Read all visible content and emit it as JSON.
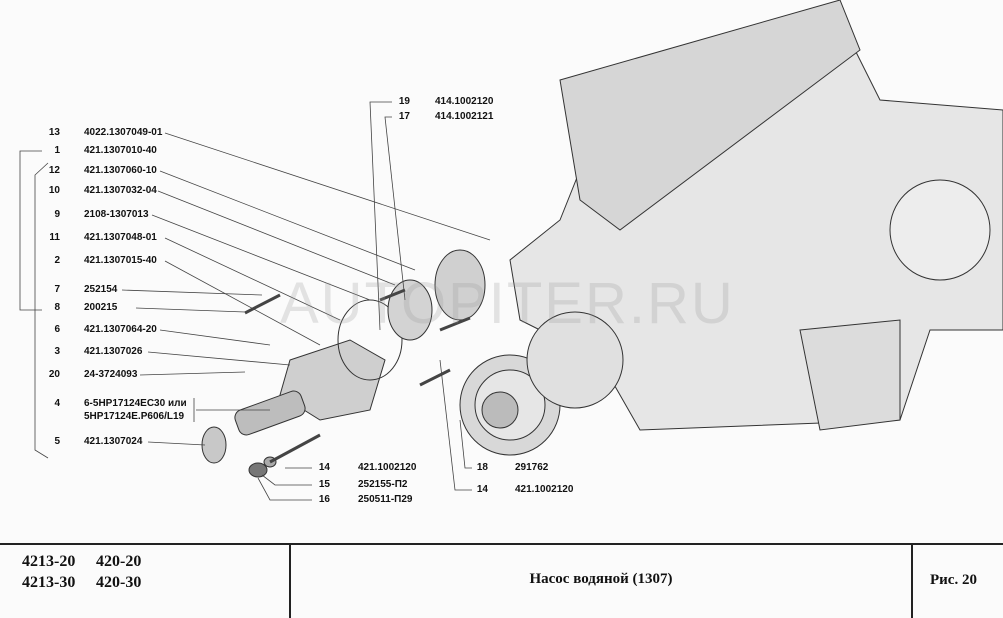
{
  "callouts_left": [
    {
      "num": "13",
      "part": "4022.1307049-01"
    },
    {
      "num": "1",
      "part": "421.1307010-40"
    },
    {
      "num": "12",
      "part": "421.1307060-10"
    },
    {
      "num": "10",
      "part": "421.1307032-04"
    },
    {
      "num": "9",
      "part": "2108-1307013"
    },
    {
      "num": "11",
      "part": "421.1307048-01"
    },
    {
      "num": "2",
      "part": "421.1307015-40"
    },
    {
      "num": "7",
      "part": "252154"
    },
    {
      "num": "8",
      "part": "200215"
    },
    {
      "num": "6",
      "part": "421.1307064-20"
    },
    {
      "num": "3",
      "part": "421.1307026"
    },
    {
      "num": "20",
      "part": "24-3724093"
    },
    {
      "num": "4",
      "part": "6-5HP17124EC30 или",
      "part2": "5HP17124E.P606/L19"
    },
    {
      "num": "5",
      "part": "421.1307024"
    }
  ],
  "callouts_top": [
    {
      "num": "19",
      "part": "414.1002120"
    },
    {
      "num": "17",
      "part": "414.1002121"
    }
  ],
  "callouts_bottom": [
    {
      "num": "14",
      "part": "421.1002120"
    },
    {
      "num": "15",
      "part": "252155-П2"
    },
    {
      "num": "16",
      "part": "250511-П29"
    },
    {
      "num": "18",
      "part": "291762"
    },
    {
      "num": "14",
      "part": "421.1002120"
    }
  ],
  "watermark": "AUTOPITER.RU",
  "title_block": {
    "models": [
      [
        "4213-20",
        "420-20"
      ],
      [
        "4213-30",
        "420-30"
      ]
    ],
    "title": "Насос водяной (1307)",
    "figure": "Рис. 20"
  }
}
